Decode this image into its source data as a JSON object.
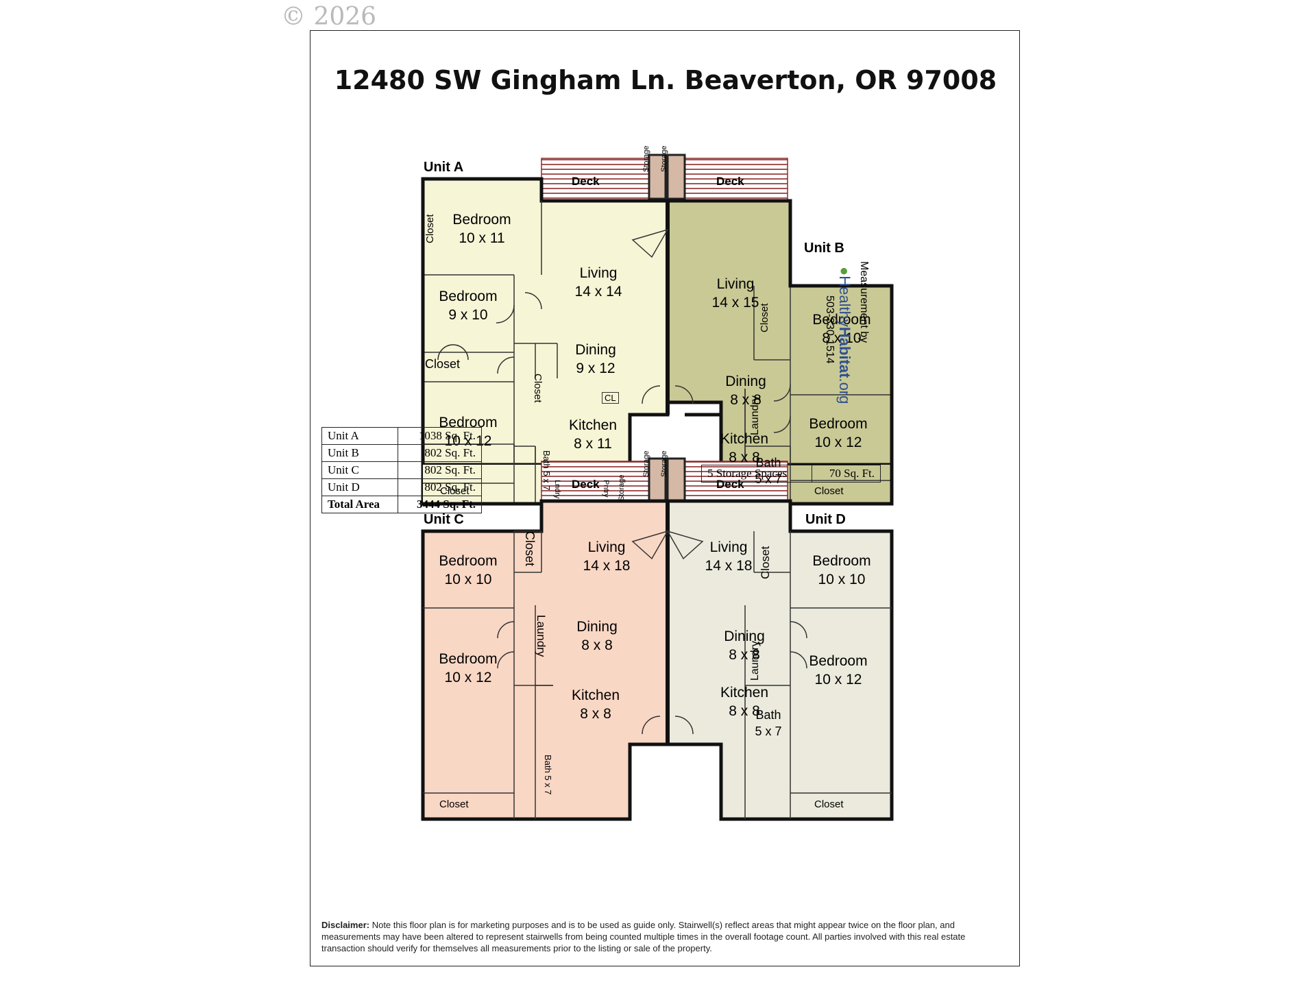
{
  "copyright": "© 2026",
  "title": "12480 SW Gingham Ln. Beaverton, OR 97008",
  "units": [
    {
      "name": "Unit A"
    },
    {
      "name": "Unit B"
    },
    {
      "name": "Unit C"
    },
    {
      "name": "Unit D"
    }
  ],
  "rooms": {
    "a_bed1": [
      "Bedroom",
      "10 x 11"
    ],
    "a_bed2": [
      "Bedroom",
      "9 x 10"
    ],
    "a_bed3": [
      "Bedroom",
      "10 x 12"
    ],
    "a_living": [
      "Living",
      "14 x 14"
    ],
    "a_dining": [
      "Dining",
      "9 x 12"
    ],
    "a_kitchen": [
      "Kitchen",
      "8 x 11"
    ],
    "b_living": [
      "Living",
      "14 x 15"
    ],
    "b_dining": [
      "Dining",
      "8 x 8"
    ],
    "b_kitchen": [
      "Kitchen",
      "8 x 8"
    ],
    "b_bed1": [
      "Bedroom",
      "8 x 10"
    ],
    "b_bed2": [
      "Bedroom",
      "10 x 12"
    ],
    "b_bath": [
      "Bath",
      "5 x 7"
    ],
    "c_bed1": [
      "Bedroom",
      "10 x 10"
    ],
    "c_bed2": [
      "Bedroom",
      "10 x 12"
    ],
    "c_living": [
      "Living",
      "14 x 18"
    ],
    "c_dining": [
      "Dining",
      "8 x 8"
    ],
    "c_kitchen": [
      "Kitchen",
      "8 x 8"
    ],
    "d_living": [
      "Living",
      "14 x 18"
    ],
    "d_dining": [
      "Dining",
      "8 x 8"
    ],
    "d_kitchen": [
      "Kitchen",
      "8 x 8"
    ],
    "d_bed1": [
      "Bedroom",
      "10 x 10"
    ],
    "d_bed2": [
      "Bedroom",
      "10 x 12"
    ],
    "d_bath": [
      "Bath",
      "5 x 7"
    ]
  },
  "labels": {
    "deck": "Deck",
    "storage": "Storage",
    "closet": "Closet",
    "laundry": "Laundry",
    "cl": "CL",
    "bath_5x7": "Bath 5 x 7",
    "lndry": "Lndry",
    "pntry": "Pntry"
  },
  "measurement_credit": {
    "line1": "Measurement by",
    "brand_a": "Healthy",
    "brand_b": "Habitat",
    "brand_c": ".org",
    "phone": "503-330-1514"
  },
  "area_table": [
    {
      "unit": "Unit A",
      "area": "1038 Sq. Ft."
    },
    {
      "unit": "Unit B",
      "area": "802 Sq. Ft."
    },
    {
      "unit": "Unit C",
      "area": "802 Sq. Ft."
    },
    {
      "unit": "Unit D",
      "area": "802 Sq. Ft."
    },
    {
      "unit": "Total Area",
      "area": "3444 Sq. Ft."
    }
  ],
  "storage_table": {
    "label": "5 Storage Spaces",
    "area": "70 Sq. Ft."
  },
  "disclaimer": {
    "label": "Disclaimer:",
    "text": " Note this floor plan is for marketing purposes and is to be used as guide only.  Stairwell(s) reflect areas that might appear twice on the floor plan, and measurements may have been altered to represent stairwells from being counted multiple times in the overall footage count.  All parties involved with this real estate transaction should verify for themselves all measurements prior to the listing or sale of the property."
  },
  "colors": {
    "unit_a": "#f6f5d6",
    "unit_b": "#c9c996",
    "unit_c": "#f9d7c5",
    "unit_d": "#ebeadd",
    "deck_lines": "#8b2a2a",
    "storage": "#d5b9a6",
    "storage_green": "#c9dcbd"
  }
}
